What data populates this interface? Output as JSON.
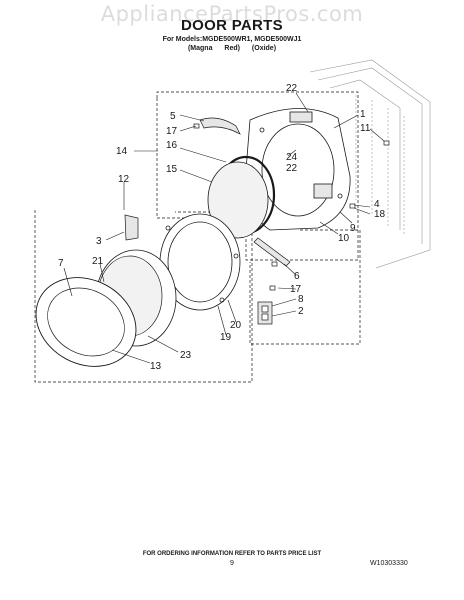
{
  "watermark": "AppliancePartsPros.com",
  "header": {
    "title": "DOOR PARTS",
    "models": "For Models:MGDE500WR1, MGDE500WJ1",
    "variants": "(Magna Red) (Oxide)"
  },
  "callouts": [
    "22",
    "1",
    "5",
    "17",
    "11",
    "14",
    "16",
    "24",
    "22",
    "15",
    "4",
    "18",
    "9",
    "12",
    "10",
    "3",
    "7",
    "21",
    "6",
    "17",
    "8",
    "2",
    "20",
    "19",
    "23",
    "13"
  ],
  "footer": {
    "note": "FOR ORDERING INFORMATION REFER TO PARTS PRICE LIST",
    "page_number": "9",
    "doc_code": "W10303330"
  },
  "colors": {
    "line": "#1a1a1a",
    "watermark": "#dcdcdc",
    "parts_shade": "#e6e6e6"
  }
}
